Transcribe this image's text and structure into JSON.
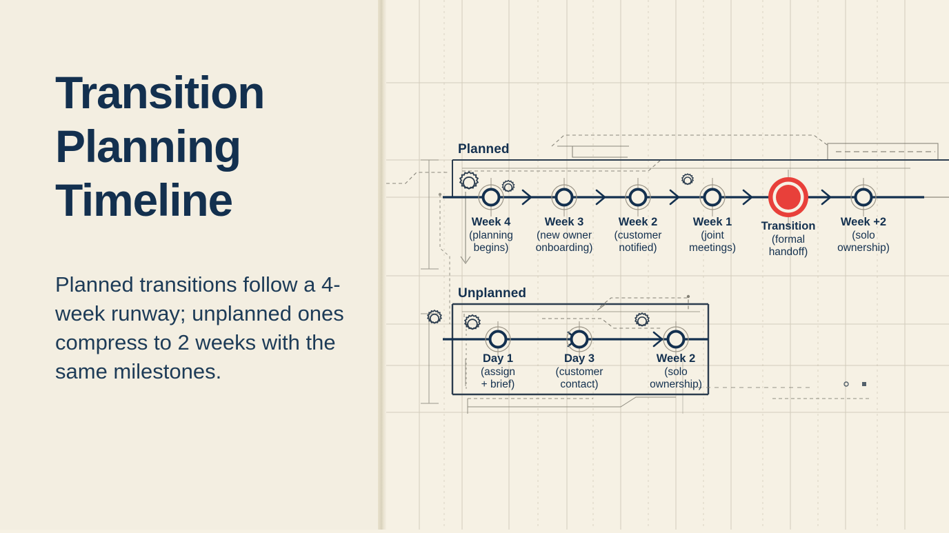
{
  "slide": {
    "title_lines": [
      "Transition",
      "Planning",
      "Timeline"
    ],
    "title_text": "Transition Planning Timeline",
    "body_text": "Planned transitions follow a 4-week runway; unplanned ones compress to 2 weeks with the same milestones.",
    "colors": {
      "background": "#f6f1e4",
      "panel": "#f3eee1",
      "ink": "#13304f",
      "accent_red": "#e8403a",
      "grid": "#b9b2a0",
      "divider": "#d9d2bc"
    }
  },
  "diagram": {
    "style": "blueprint-timeline",
    "tracks": [
      {
        "id": "planned",
        "label": "Planned",
        "nodes": [
          {
            "title": "Week 4",
            "detail": "(planning begins)",
            "detail_lines": [
              "(planning",
              "begins)"
            ],
            "kind": "milestone",
            "icon": "gear-icon"
          },
          {
            "title": "Week 3",
            "detail": "(new owner onboarding)",
            "detail_lines": [
              "(new owner",
              "onboarding)"
            ],
            "kind": "milestone",
            "icon": ""
          },
          {
            "title": "Week 2",
            "detail": "(customer notified)",
            "detail_lines": [
              "(customer",
              "notified)"
            ],
            "kind": "milestone",
            "icon": ""
          },
          {
            "title": "Week 1",
            "detail": "(joint meetings)",
            "detail_lines": [
              "(joint",
              "meetings)"
            ],
            "kind": "milestone",
            "icon": "gear-icon"
          },
          {
            "title": "Transition",
            "detail": "(formal handoff)",
            "detail_lines": [
              "(formal",
              "handoff)"
            ],
            "kind": "handoff",
            "icon": ""
          },
          {
            "title": "Week +2",
            "detail": "(solo ownership)",
            "detail_lines": [
              "(solo",
              "ownership)"
            ],
            "kind": "milestone",
            "icon": ""
          }
        ]
      },
      {
        "id": "unplanned",
        "label": "Unplanned",
        "nodes": [
          {
            "title": "Day 1",
            "detail": "(assign + brief)",
            "detail_lines": [
              "(assign",
              "+ brief)"
            ],
            "kind": "milestone",
            "icon": "gear-icon"
          },
          {
            "title": "Day 3",
            "detail": "(customer contact)",
            "detail_lines": [
              "(customer",
              "contact)"
            ],
            "kind": "milestone",
            "icon": ""
          },
          {
            "title": "Week 2",
            "detail": "(solo ownership)",
            "detail_lines": [
              "(solo",
              "ownership)"
            ],
            "kind": "milestone",
            "icon": "gear-icon"
          }
        ]
      }
    ]
  }
}
